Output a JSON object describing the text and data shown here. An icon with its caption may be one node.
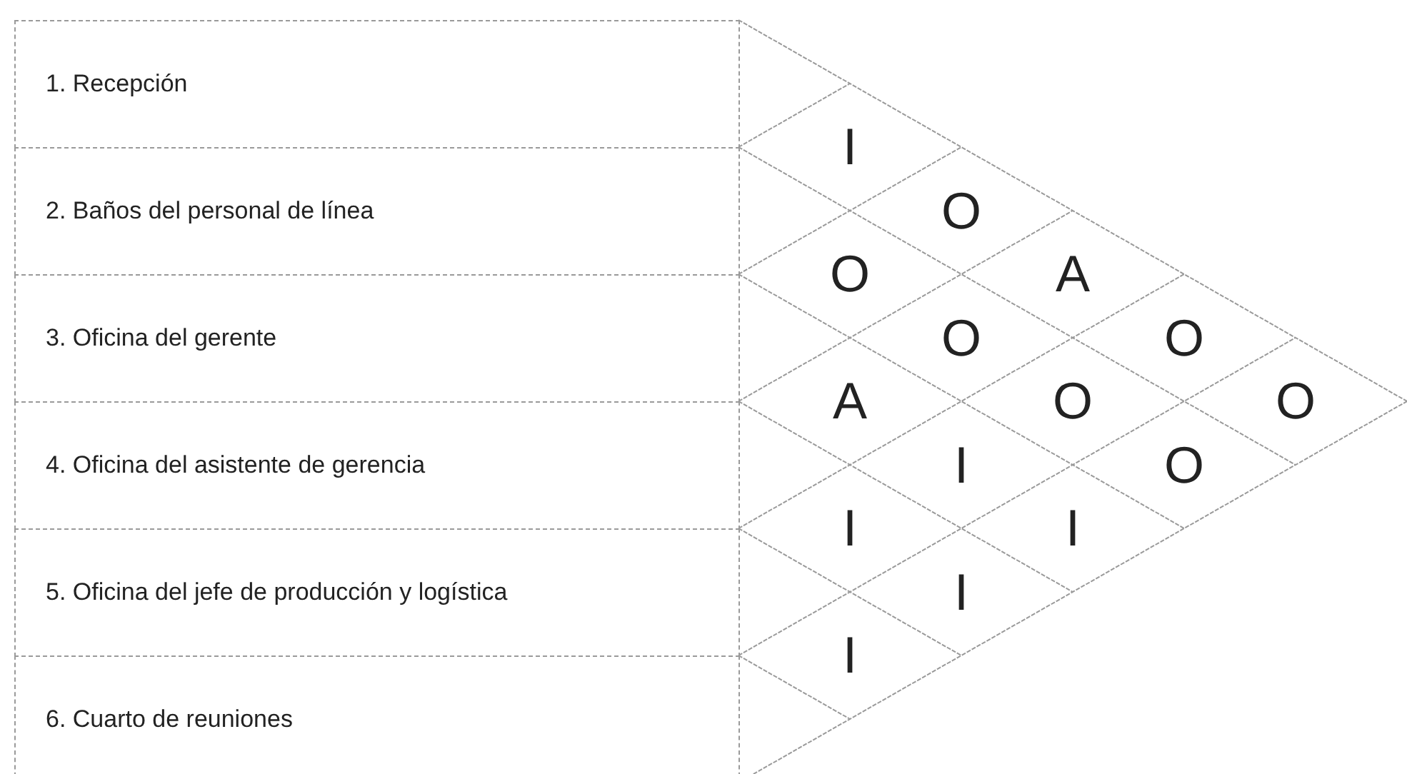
{
  "diagram": {
    "nodes": [
      {
        "text": [
          "1. Recepción"
        ]
      },
      {
        "text": [
          "2. Baños del personal de línea"
        ]
      },
      {
        "text": [
          "3. Oficina del gerente"
        ]
      },
      {
        "text": [
          "4. Oficina del asistente de gerencia"
        ]
      },
      {
        "text": [
          "5. Oficina del jefe de producción y logística"
        ]
      },
      {
        "text": [
          "6. Cuarto de reuniones"
        ]
      },
      {
        "text": [
          "I"
        ]
      },
      {
        "text": [
          "O"
        ]
      },
      {
        "text": [
          "O"
        ]
      },
      {
        "text": [
          "A"
        ]
      },
      {
        "text": [
          "O"
        ]
      },
      {
        "text": [
          "O"
        ]
      },
      {
        "text": [
          "A"
        ]
      },
      {
        "text": [
          "O"
        ]
      },
      {
        "text": [
          "O"
        ]
      },
      {
        "text": [
          "I"
        ]
      },
      {
        "text": [
          "O"
        ]
      },
      {
        "text": [
          "I"
        ]
      },
      {
        "text": [
          "I"
        ]
      },
      {
        "text": [
          "I"
        ]
      },
      {
        "text": [
          "I"
        ]
      }
    ]
  }
}
